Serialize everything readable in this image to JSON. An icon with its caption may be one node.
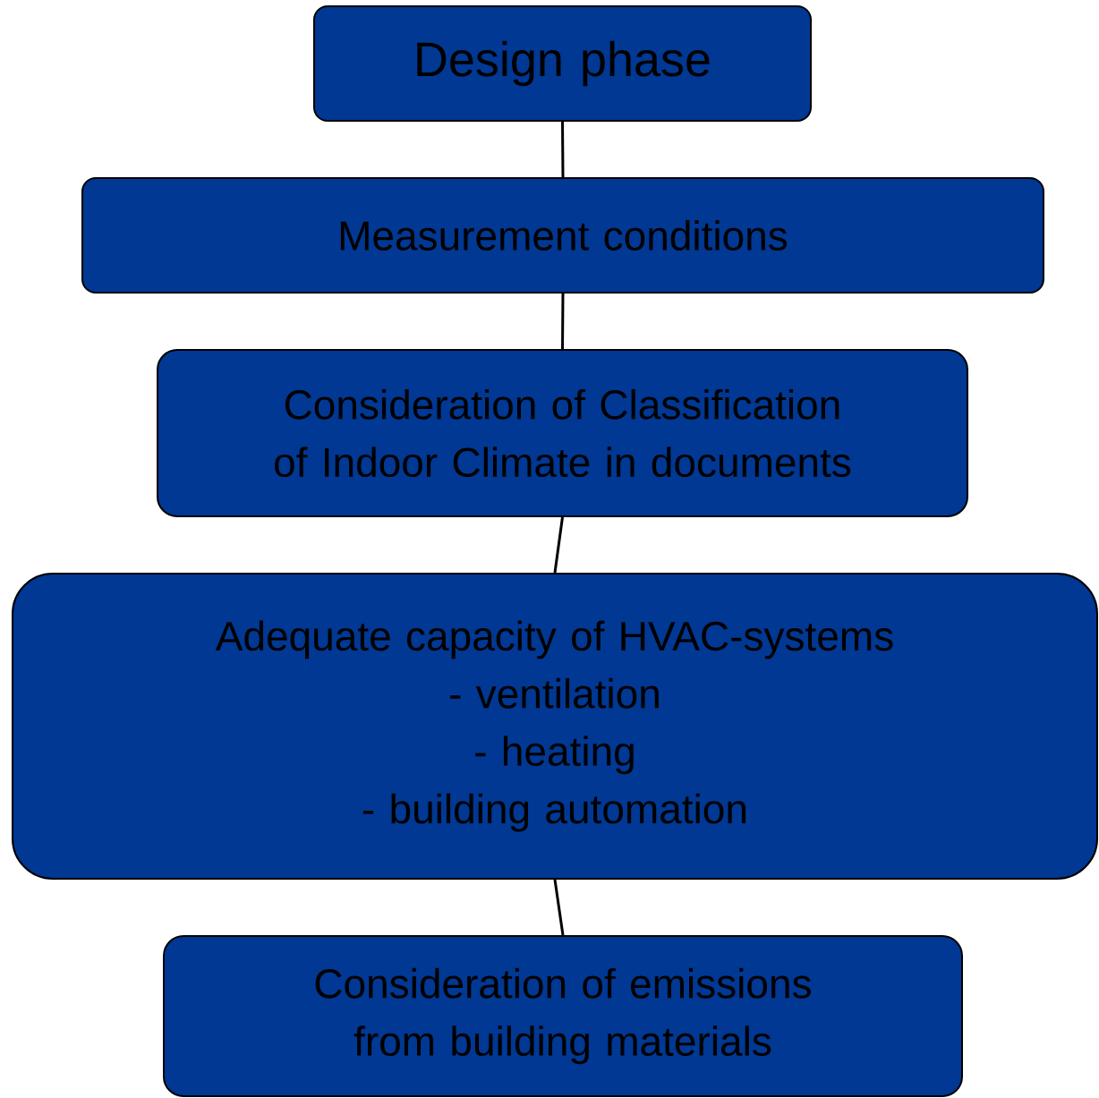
{
  "diagram": {
    "nodes": [
      {
        "text": [
          "Design phase"
        ]
      },
      {
        "text": [
          "Measurement conditions"
        ]
      },
      {
        "text": [
          "Consideration of Classification of Indoor Climate in documents"
        ]
      },
      {
        "text": [
          "Adequate capacity of HVAC-systems",
          "- ventilation",
          "- heating",
          "- building automation"
        ]
      },
      {
        "text": [
          "Consideration of emissions from building materials"
        ]
      }
    ],
    "edges": [
      {
        "from": 0,
        "to": 1,
        "arrow": "none"
      },
      {
        "from": 1,
        "to": 2,
        "arrow": "none"
      },
      {
        "from": 2,
        "to": 3,
        "arrow": "none"
      },
      {
        "from": 3,
        "to": 4,
        "arrow": "none"
      }
    ]
  }
}
